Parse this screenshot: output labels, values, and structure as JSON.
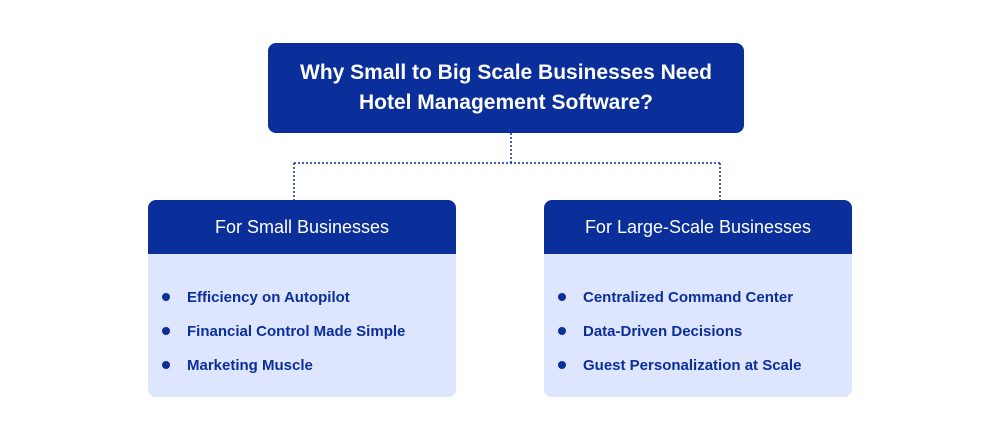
{
  "header": {
    "title": "Why Small to Big Scale Businesses Need Hotel Management Software?"
  },
  "cards": [
    {
      "title": "For Small Businesses",
      "items": [
        "Efficiency on Autopilot",
        "Financial Control Made Simple",
        "Marketing Muscle"
      ]
    },
    {
      "title": "For Large-Scale Businesses",
      "items": [
        "Centralized Command Center",
        "Data-Driven Decisions",
        "Guest Personalization at Scale"
      ]
    }
  ],
  "colors": {
    "primary": "#0b2f9a",
    "card_background": "#dde5ff",
    "text_light": "#ffffff"
  }
}
